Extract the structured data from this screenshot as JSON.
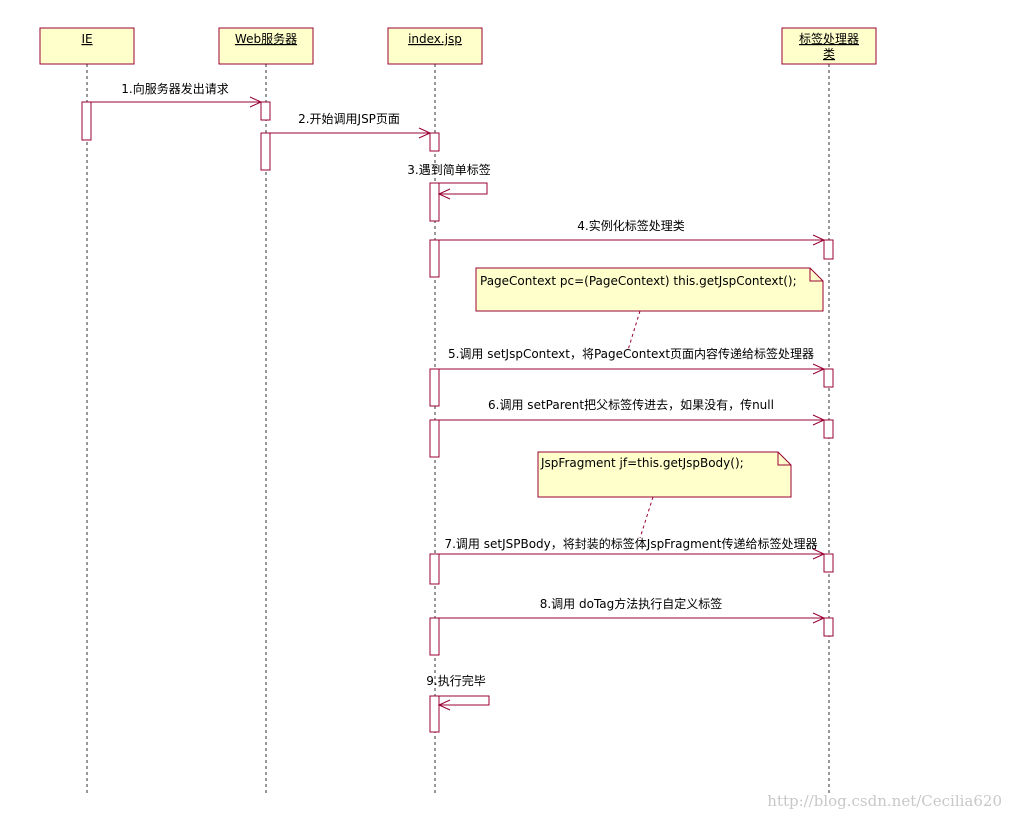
{
  "participants": [
    {
      "id": "ie",
      "label": "IE"
    },
    {
      "id": "web",
      "label": "Web服务器"
    },
    {
      "id": "jsp",
      "label": "index.jsp"
    },
    {
      "id": "tag",
      "label_line1": "标签处理器",
      "label_line2": "类"
    }
  ],
  "messages": [
    {
      "label": "1.向服务器发出请求"
    },
    {
      "label": "2.开始调用JSP页面"
    },
    {
      "label": "3.遇到简单标签"
    },
    {
      "label": "4.实例化标签处理类"
    },
    {
      "label": "5.调用 setJspContext，将PageContext页面内容传递给标签处理器"
    },
    {
      "label": "6.调用 setParent把父标签传进去，如果没有，传null"
    },
    {
      "label": "7.调用 setJSPBody，将封装的标签体JspFragment传递给标签处理器"
    },
    {
      "label": "8.调用 doTag方法执行自定义标签"
    },
    {
      "label": "9.执行完毕"
    }
  ],
  "notes": [
    {
      "text": "PageContext  pc=(PageContext) this.getJspContext();"
    },
    {
      "text": "JspFragment  jf=this.getJspBody();"
    }
  ],
  "watermark": "http://blog.csdn.net/Cecilia620",
  "colors": {
    "box_fill": "#ffffcc",
    "line": "#990033",
    "text": "#000000"
  }
}
